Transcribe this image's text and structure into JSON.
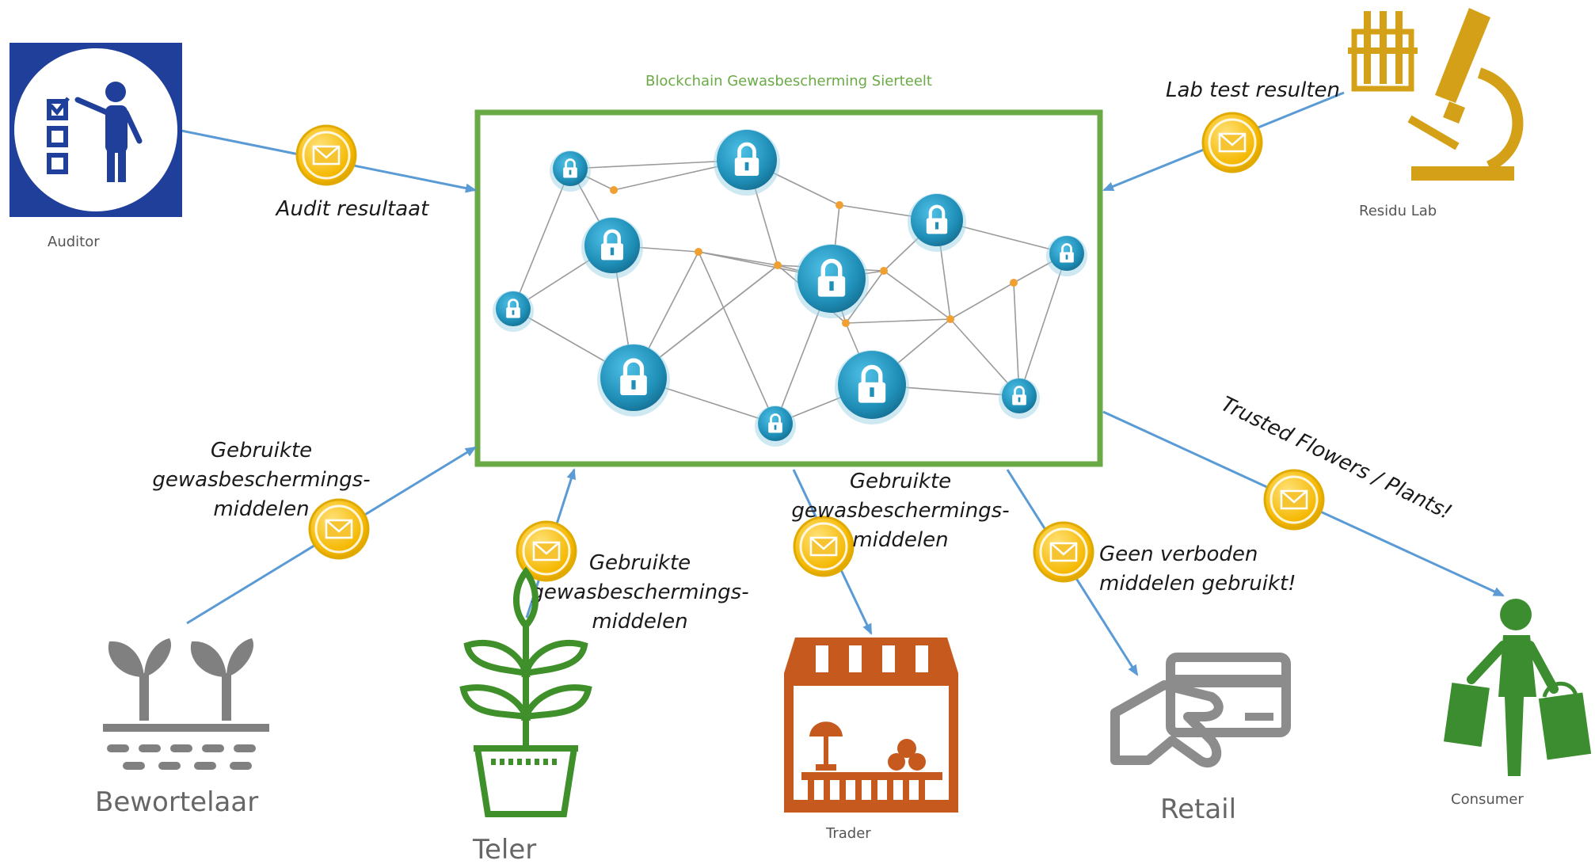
{
  "title": "Blockchain Gewasbescherming Sierteelt",
  "colors": {
    "frame": "#6aaa46",
    "arrow": "#5b9bd5",
    "envelope": "#f5b800",
    "envelope_border": "#d9a100",
    "node": "#1f8fb8",
    "junction": "#f0a030",
    "auditor_blue": "#1f3f9a",
    "lab_gold": "#d4a017",
    "plant_green": "#3f8f2a",
    "trader_orange": "#c65a1e",
    "gray": "#8c8c8c",
    "consumer_green": "#3c8d2f"
  },
  "actors": {
    "auditor": {
      "label": "Auditor",
      "icon": "auditor-checklist-icon"
    },
    "lab": {
      "label": "Residu Lab",
      "icon": "microscope-test-tubes-icon"
    },
    "bewortelaar": {
      "label": "Bewortelaar",
      "icon": "seedlings-icon"
    },
    "teler": {
      "label": "Teler",
      "icon": "potted-plant-icon"
    },
    "trader": {
      "label": "Trader",
      "icon": "market-stall-icon"
    },
    "retail": {
      "label": "Retail",
      "icon": "card-payment-icon"
    },
    "consumer": {
      "label": "Consumer",
      "icon": "shopper-icon"
    }
  },
  "messages": {
    "audit": "Audit resultaat",
    "lab": "Lab test resulten",
    "bewortelaar": [
      "Gebruikte",
      "gewasbeschermings-",
      "middelen"
    ],
    "teler": [
      "Gebruikte",
      "gewasbeschermings-",
      "middelen"
    ],
    "trader": [
      "Gebruikte",
      "gewasbeschermings-",
      "middelen"
    ],
    "retail": [
      "Geen verboden",
      "middelen gebruikt!"
    ],
    "consumer": "Trusted Flowers / Plants!"
  },
  "icons": {
    "envelope": "envelope-icon",
    "lock": "padlock-icon"
  }
}
